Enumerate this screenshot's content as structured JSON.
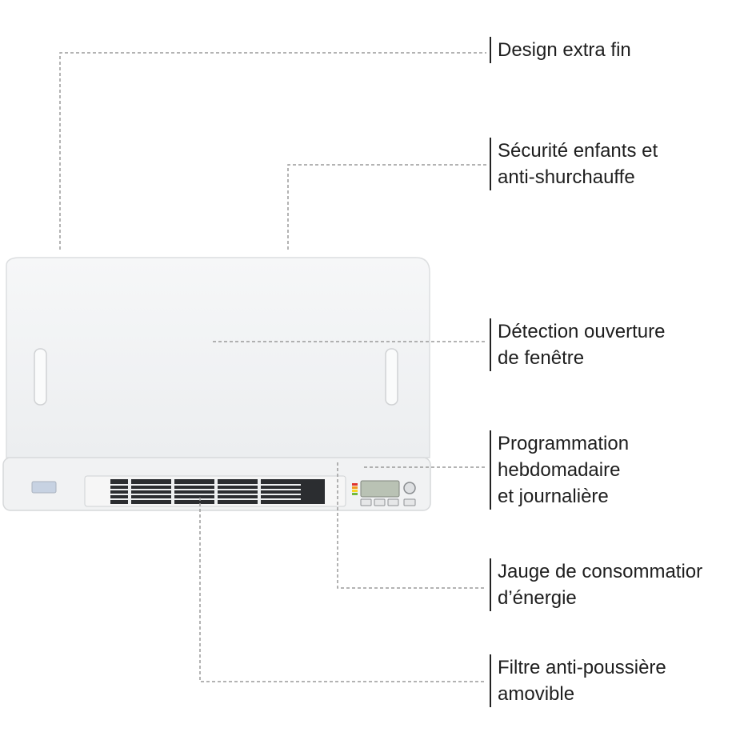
{
  "callouts": [
    {
      "id": "thin-design",
      "lines": [
        "Design extra fin"
      ]
    },
    {
      "id": "child-safety",
      "lines": [
        "Sécurité enfants et",
        "anti-shurchauffe"
      ]
    },
    {
      "id": "window-detection",
      "lines": [
        "Détection ouverture",
        "de fenêtre"
      ]
    },
    {
      "id": "programming",
      "lines": [
        "Programmation",
        "hebdomadaire",
        "et journalière"
      ]
    },
    {
      "id": "energy-gauge",
      "lines": [
        "Jauge de consommatior",
        "d’énergie"
      ]
    },
    {
      "id": "dust-filter",
      "lines": [
        "Filtre anti-poussière",
        "amovible"
      ]
    }
  ],
  "colors": {
    "heater_body": "#f3f4f5",
    "heater_edge": "#d9dbdd",
    "leader_line": "#9a9a9a",
    "label_text": "#1e1e1e",
    "display": "#b9c2b4",
    "gauge": [
      "#e0342b",
      "#f29b1e",
      "#f6d624",
      "#74b93c"
    ]
  }
}
